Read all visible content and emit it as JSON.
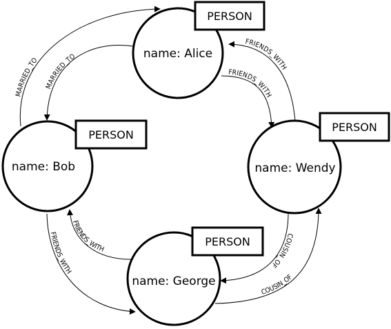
{
  "colors": {
    "stroke": "#000000",
    "fill": "#ffffff"
  },
  "nodes": [
    {
      "id": "alice",
      "label": "PERSON",
      "text": "name: Alice"
    },
    {
      "id": "bob",
      "label": "PERSON",
      "text": "name: Bob"
    },
    {
      "id": "wendy",
      "label": "PERSON",
      "text": "name: Wendy"
    },
    {
      "id": "george",
      "label": "PERSON",
      "text": "name: George"
    }
  ],
  "edges": [
    {
      "id": "married-outer",
      "from": "bob",
      "to": "alice",
      "label": "MARRIED_TO"
    },
    {
      "id": "married-inner",
      "from": "alice",
      "to": "bob",
      "label": "MARRIED_TO"
    },
    {
      "id": "friends-aw",
      "from": "alice",
      "to": "wendy",
      "label": "FRIENDS_WITH"
    },
    {
      "id": "friends-wa",
      "from": "wendy",
      "to": "alice",
      "label": "FRIENDS_WITH"
    },
    {
      "id": "friends-bg",
      "from": "bob",
      "to": "george",
      "label": "FRIENDS_WITH"
    },
    {
      "id": "friends-gb",
      "from": "george",
      "to": "bob",
      "label": "FRIENDS_WITH"
    },
    {
      "id": "cousin-wg",
      "from": "wendy",
      "to": "george",
      "label": "COUSIN_OF"
    },
    {
      "id": "cousin-gw",
      "from": "george",
      "to": "wendy",
      "label": "COUSIN_OF"
    }
  ]
}
